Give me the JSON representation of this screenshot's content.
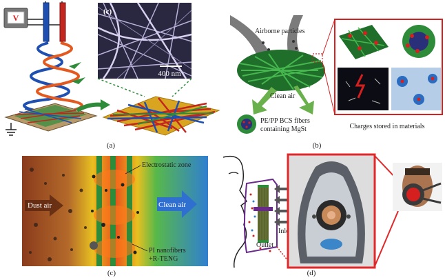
{
  "panel_a": {
    "sem_label": "(c)",
    "scale_bar": "400 nm",
    "voltage_symbol": "V",
    "caption": "(a)"
  },
  "panel_b": {
    "airborne_label": "Airborne particles",
    "clean_air_label": "Clean air",
    "fiber_label_line1": "PE/PP BCS fibers",
    "fiber_label_line2": "containing MgSt",
    "charges_label": "Charges stored in materials",
    "caption": "(b)"
  },
  "panel_c": {
    "dust_air_label": "Dust air",
    "clean_air_label": "Clean air",
    "electrostatic_label": "Electrostatic zone",
    "nanofiber_line1": "PI nanofibers",
    "nanofiber_line2": "+R-TENG",
    "caption": "(c)"
  },
  "panel_d": {
    "inlet_label": "Inlet",
    "outlet_label": "Outlet",
    "caption": "(d)"
  },
  "colors": {
    "fiber_green": "#2e8b3a",
    "charge_red": "#d62020",
    "dust_brown": "#8a3b1c",
    "clean_blue": "#2f7fd0",
    "mask_frame": "#e0282a"
  }
}
